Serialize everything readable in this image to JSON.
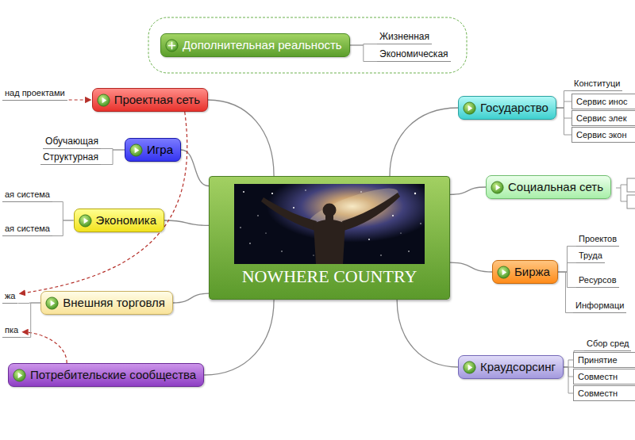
{
  "diagram": {
    "nodes": [
      {
        "text": [
          "NOWHERE COUNTRY"
        ]
      },
      {
        "text": [
          "Дополнительная реальность"
        ]
      },
      {
        "text": [
          "Жизненная"
        ]
      },
      {
        "text": [
          "Экономическая"
        ]
      },
      {
        "text": [
          "над проектами"
        ]
      },
      {
        "text": [
          "Проектная сеть"
        ]
      },
      {
        "text": [
          "Государство"
        ]
      },
      {
        "text": [
          "Конституци"
        ]
      },
      {
        "text": [
          "Сервис инос"
        ]
      },
      {
        "text": [
          "Сервис элек"
        ]
      },
      {
        "text": [
          "Сервис экон"
        ]
      },
      {
        "text": [
          "Обучающая"
        ]
      },
      {
        "text": [
          "Структурная"
        ]
      },
      {
        "text": [
          "Игра"
        ]
      },
      {
        "text": [
          "Социальная сеть"
        ]
      },
      {
        "text": [
          "ая система"
        ]
      },
      {
        "text": [
          "ая система"
        ]
      },
      {
        "text": [
          "Экономика"
        ]
      },
      {
        "text": [
          "Биржа"
        ]
      },
      {
        "text": [
          "Проектов"
        ]
      },
      {
        "text": [
          "Труда"
        ]
      },
      {
        "text": [
          "Ресурсов"
        ]
      },
      {
        "text": [
          "Информаци"
        ]
      },
      {
        "text": [
          "жа"
        ]
      },
      {
        "text": [
          "пка"
        ]
      },
      {
        "text": [
          "Внешняя торговля"
        ]
      },
      {
        "text": [
          "Потребительские сообщества"
        ]
      },
      {
        "text": [
          "Краудсорсинг"
        ]
      },
      {
        "text": [
          "Сбор сред"
        ]
      },
      {
        "text": [
          "Принятие"
        ]
      },
      {
        "text": [
          "Совместн"
        ]
      },
      {
        "text": [
          "Совместн"
        ]
      }
    ],
    "edges": [
      {
        "from": 0,
        "to": 5,
        "arrow": "none"
      },
      {
        "from": 0,
        "to": 13,
        "arrow": "none"
      },
      {
        "from": 0,
        "to": 17,
        "arrow": "none"
      },
      {
        "from": 0,
        "to": 25,
        "arrow": "none"
      },
      {
        "from": 0,
        "to": 26,
        "arrow": "none"
      },
      {
        "from": 0,
        "to": 6,
        "arrow": "none"
      },
      {
        "from": 0,
        "to": 14,
        "arrow": "none"
      },
      {
        "from": 0,
        "to": 18,
        "arrow": "none"
      },
      {
        "from": 0,
        "to": 27,
        "arrow": "none"
      },
      {
        "from": 1,
        "to": 2,
        "arrow": "none"
      },
      {
        "from": 1,
        "to": 3,
        "arrow": "none"
      },
      {
        "from": 4,
        "to": 5,
        "arrow": "to"
      },
      {
        "from": 5,
        "to": 23,
        "arrow": "to"
      },
      {
        "from": 26,
        "to": 24,
        "arrow": "to"
      },
      {
        "from": 13,
        "to": 11,
        "arrow": "none"
      },
      {
        "from": 13,
        "to": 12,
        "arrow": "none"
      },
      {
        "from": 17,
        "to": 15,
        "arrow": "none"
      },
      {
        "from": 17,
        "to": 16,
        "arrow": "none"
      },
      {
        "from": 25,
        "to": 23,
        "arrow": "none"
      },
      {
        "from": 25,
        "to": 24,
        "arrow": "none"
      },
      {
        "from": 6,
        "to": 7,
        "arrow": "none"
      },
      {
        "from": 6,
        "to": 8,
        "arrow": "none"
      },
      {
        "from": 6,
        "to": 9,
        "arrow": "none"
      },
      {
        "from": 6,
        "to": 10,
        "arrow": "none"
      },
      {
        "from": 18,
        "to": 19,
        "arrow": "none"
      },
      {
        "from": 18,
        "to": 20,
        "arrow": "none"
      },
      {
        "from": 18,
        "to": 21,
        "arrow": "none"
      },
      {
        "from": 18,
        "to": 22,
        "arrow": "none"
      },
      {
        "from": 27,
        "to": 28,
        "arrow": "none"
      },
      {
        "from": 27,
        "to": 29,
        "arrow": "none"
      },
      {
        "from": 27,
        "to": 30,
        "arrow": "none"
      },
      {
        "from": 27,
        "to": 31,
        "arrow": "none"
      }
    ]
  }
}
